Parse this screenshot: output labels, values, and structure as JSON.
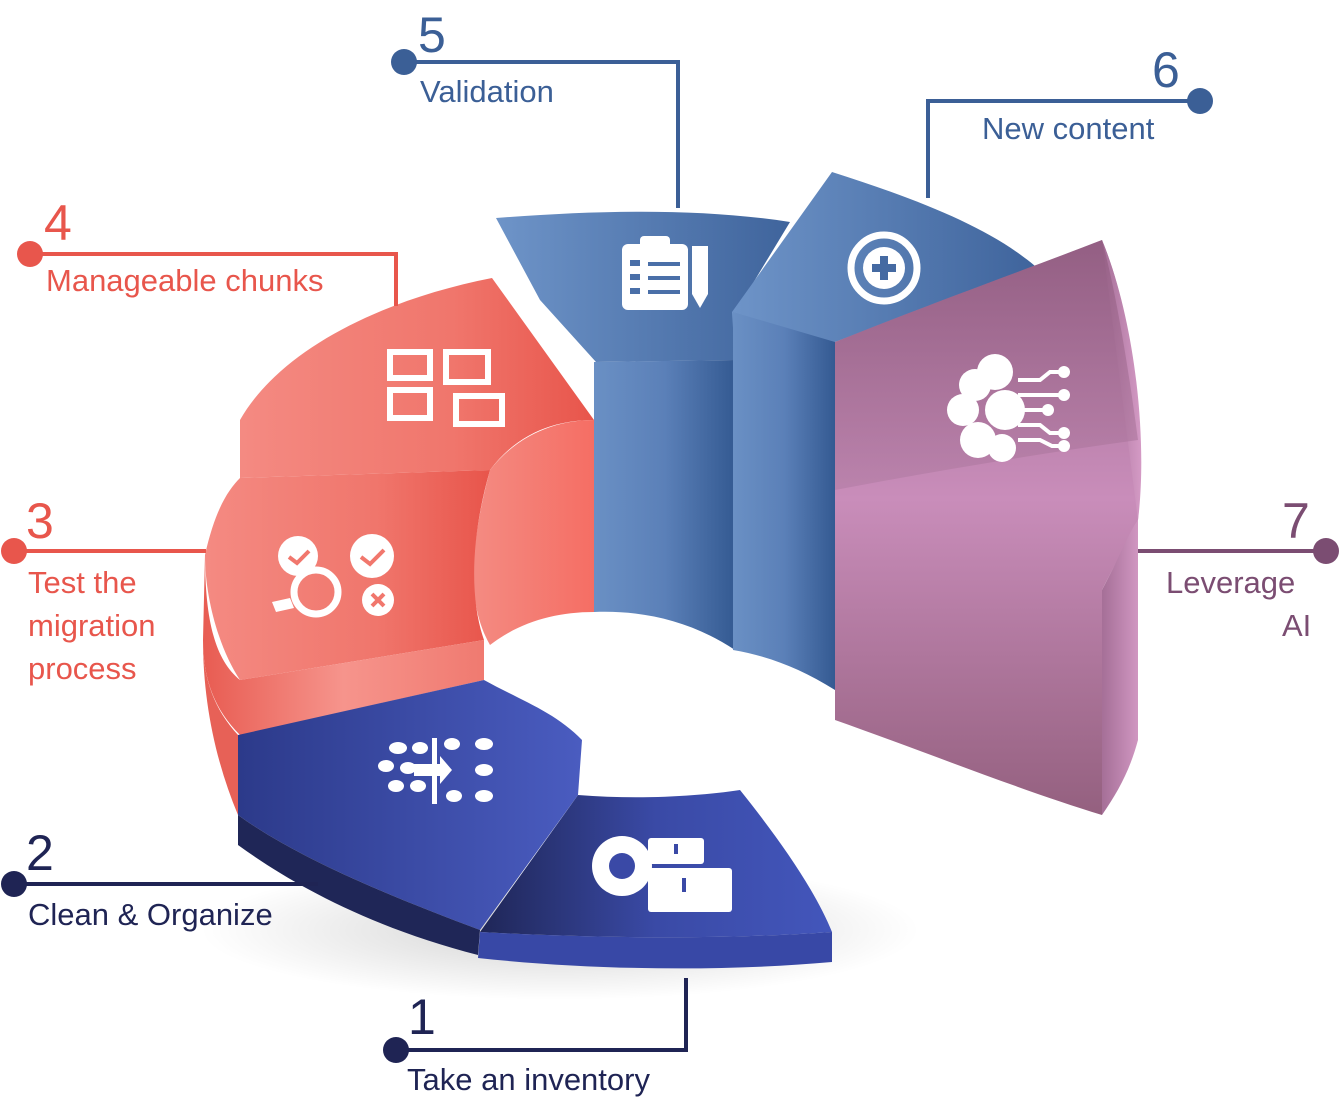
{
  "steps": [
    {
      "number": "1",
      "label": "Take an inventory",
      "icon": "inventory-gear-boxes-icon",
      "color": "#1f2454"
    },
    {
      "number": "2",
      "label": "Clean & Organize",
      "icon": "filter-dots-arrow-icon",
      "color": "#1f2454"
    },
    {
      "number": "3",
      "label_lines": [
        "Test the",
        "migration",
        "process"
      ],
      "icon": "gears-magnifier-icon",
      "color": "#e8564c"
    },
    {
      "number": "4",
      "label": "Manageable chunks",
      "icon": "chunks-grid-icon",
      "color": "#e8564c"
    },
    {
      "number": "5",
      "label": "Validation",
      "icon": "clipboard-checklist-icon",
      "color": "#3b5f96"
    },
    {
      "number": "6",
      "label": "New content",
      "icon": "plus-circle-icon",
      "color": "#3b5f96"
    },
    {
      "number": "7",
      "label_lines": [
        "Leverage",
        "AI"
      ],
      "icon": "ai-brain-circuit-icon",
      "color": "#7b4d72"
    }
  ]
}
